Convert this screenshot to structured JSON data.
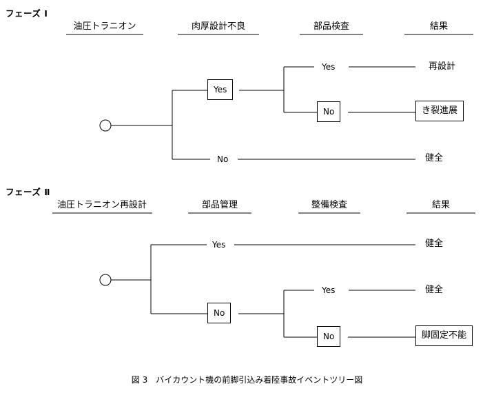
{
  "phase1": {
    "title": "フェーズ Ⅰ",
    "headers": {
      "event": "油圧トラニオン",
      "factor": "肉厚設計不良",
      "inspection": "部品検査",
      "result": "結果"
    },
    "branches": {
      "factor_yes": "Yes",
      "inspection_yes": "Yes",
      "inspection_no": "No",
      "factor_no": "No"
    },
    "outcomes": {
      "redesign": "再設計",
      "crack": "き裂進展",
      "sound": "健全"
    }
  },
  "phase2": {
    "title": "フェーズ Ⅱ",
    "headers": {
      "event": "油圧トラニオン再設計",
      "factor": "部品管理",
      "inspection": "整備検査",
      "result": "結果"
    },
    "branches": {
      "factor_yes": "Yes",
      "factor_no": "No",
      "inspection_yes": "Yes",
      "inspection_no": "No"
    },
    "outcomes": {
      "sound_a": "健全",
      "sound_b": "健全",
      "fixed": "脚固定不能"
    }
  },
  "caption": "図 3　バイカウント機の前脚引込み着陸事故イベントツリー図"
}
